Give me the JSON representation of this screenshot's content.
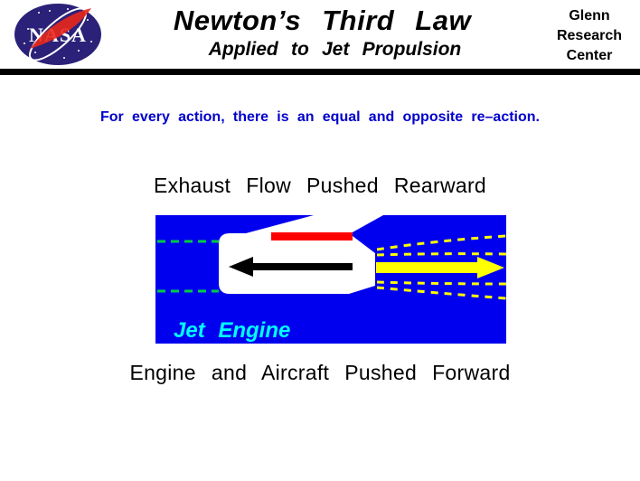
{
  "header": {
    "title": "Newton’s Third Law",
    "subtitle": "Applied to Jet Propulsion",
    "logo_text": "NASA",
    "org": {
      "line1": "Glenn",
      "line2": "Research",
      "line3": "Center"
    }
  },
  "principle": "For every action, there is an equal and opposite re–action.",
  "diagram": {
    "top_caption": "Exhaust Flow Pushed Rearward",
    "bottom_caption": "Engine and Aircraft Pushed Forward",
    "engine_label": "Jet Engine",
    "colors": {
      "background": "#0000EE",
      "intake_streamlines": "#00CC44",
      "exhaust_streamlines": "#FFFF00",
      "exhaust_arrow": "#FFFF00",
      "reaction_arrow": "#000000",
      "nacelle": "#FFFFFF",
      "pylon": "#FFFFFF",
      "pylon_bar": "#FF0000",
      "engine_label_color": "#00FFFF"
    }
  },
  "theme": {
    "principle_text_color": "#0000CC",
    "logo_ball_color": "#2B2178",
    "logo_swoosh_color": "#E8271B"
  }
}
